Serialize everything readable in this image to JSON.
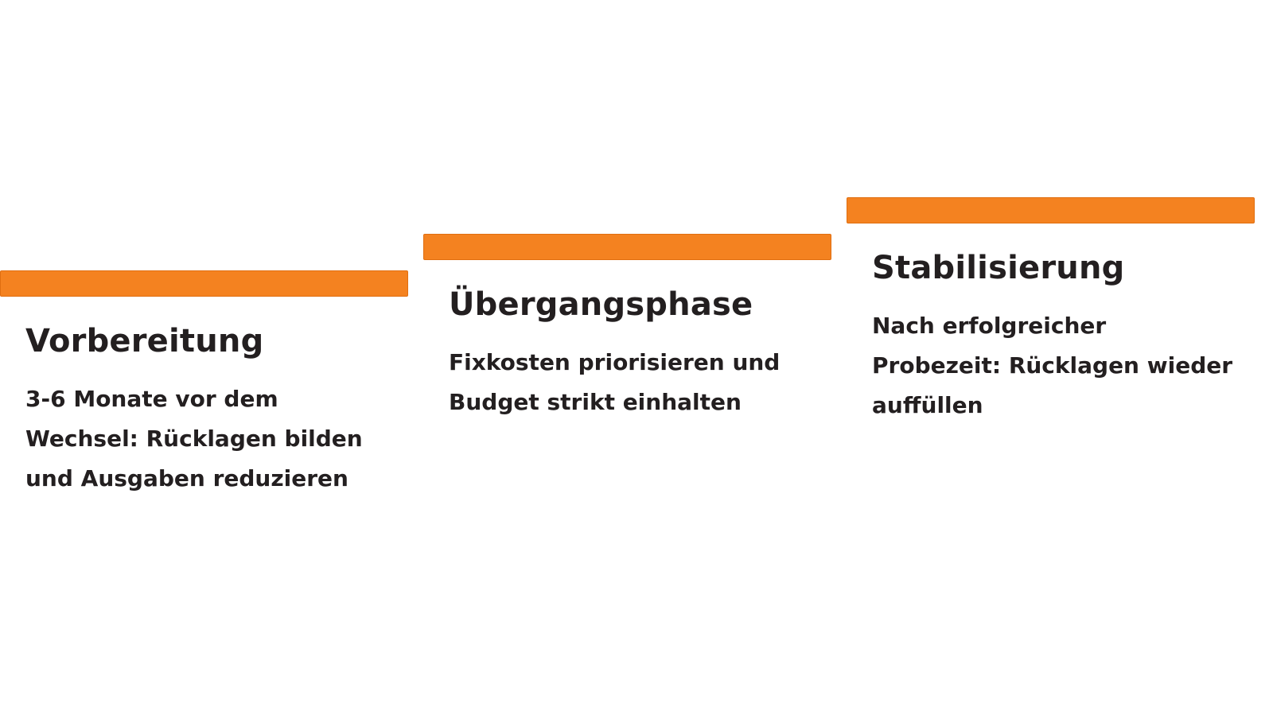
{
  "colors": {
    "accent": "#f48220",
    "text": "#231f20",
    "background": "#ffffff"
  },
  "stages": [
    {
      "title": "Vorbereitung",
      "description": "3-6 Monate vor dem Wechsel: Rücklagen bilden und Ausgaben reduzieren"
    },
    {
      "title": "Übergangsphase",
      "description": "Fixkosten priorisieren und Budget strikt einhalten"
    },
    {
      "title": "Stabilisierung",
      "description": "Nach erfolgreicher Probezeit: Rücklagen wieder auffüllen"
    }
  ]
}
